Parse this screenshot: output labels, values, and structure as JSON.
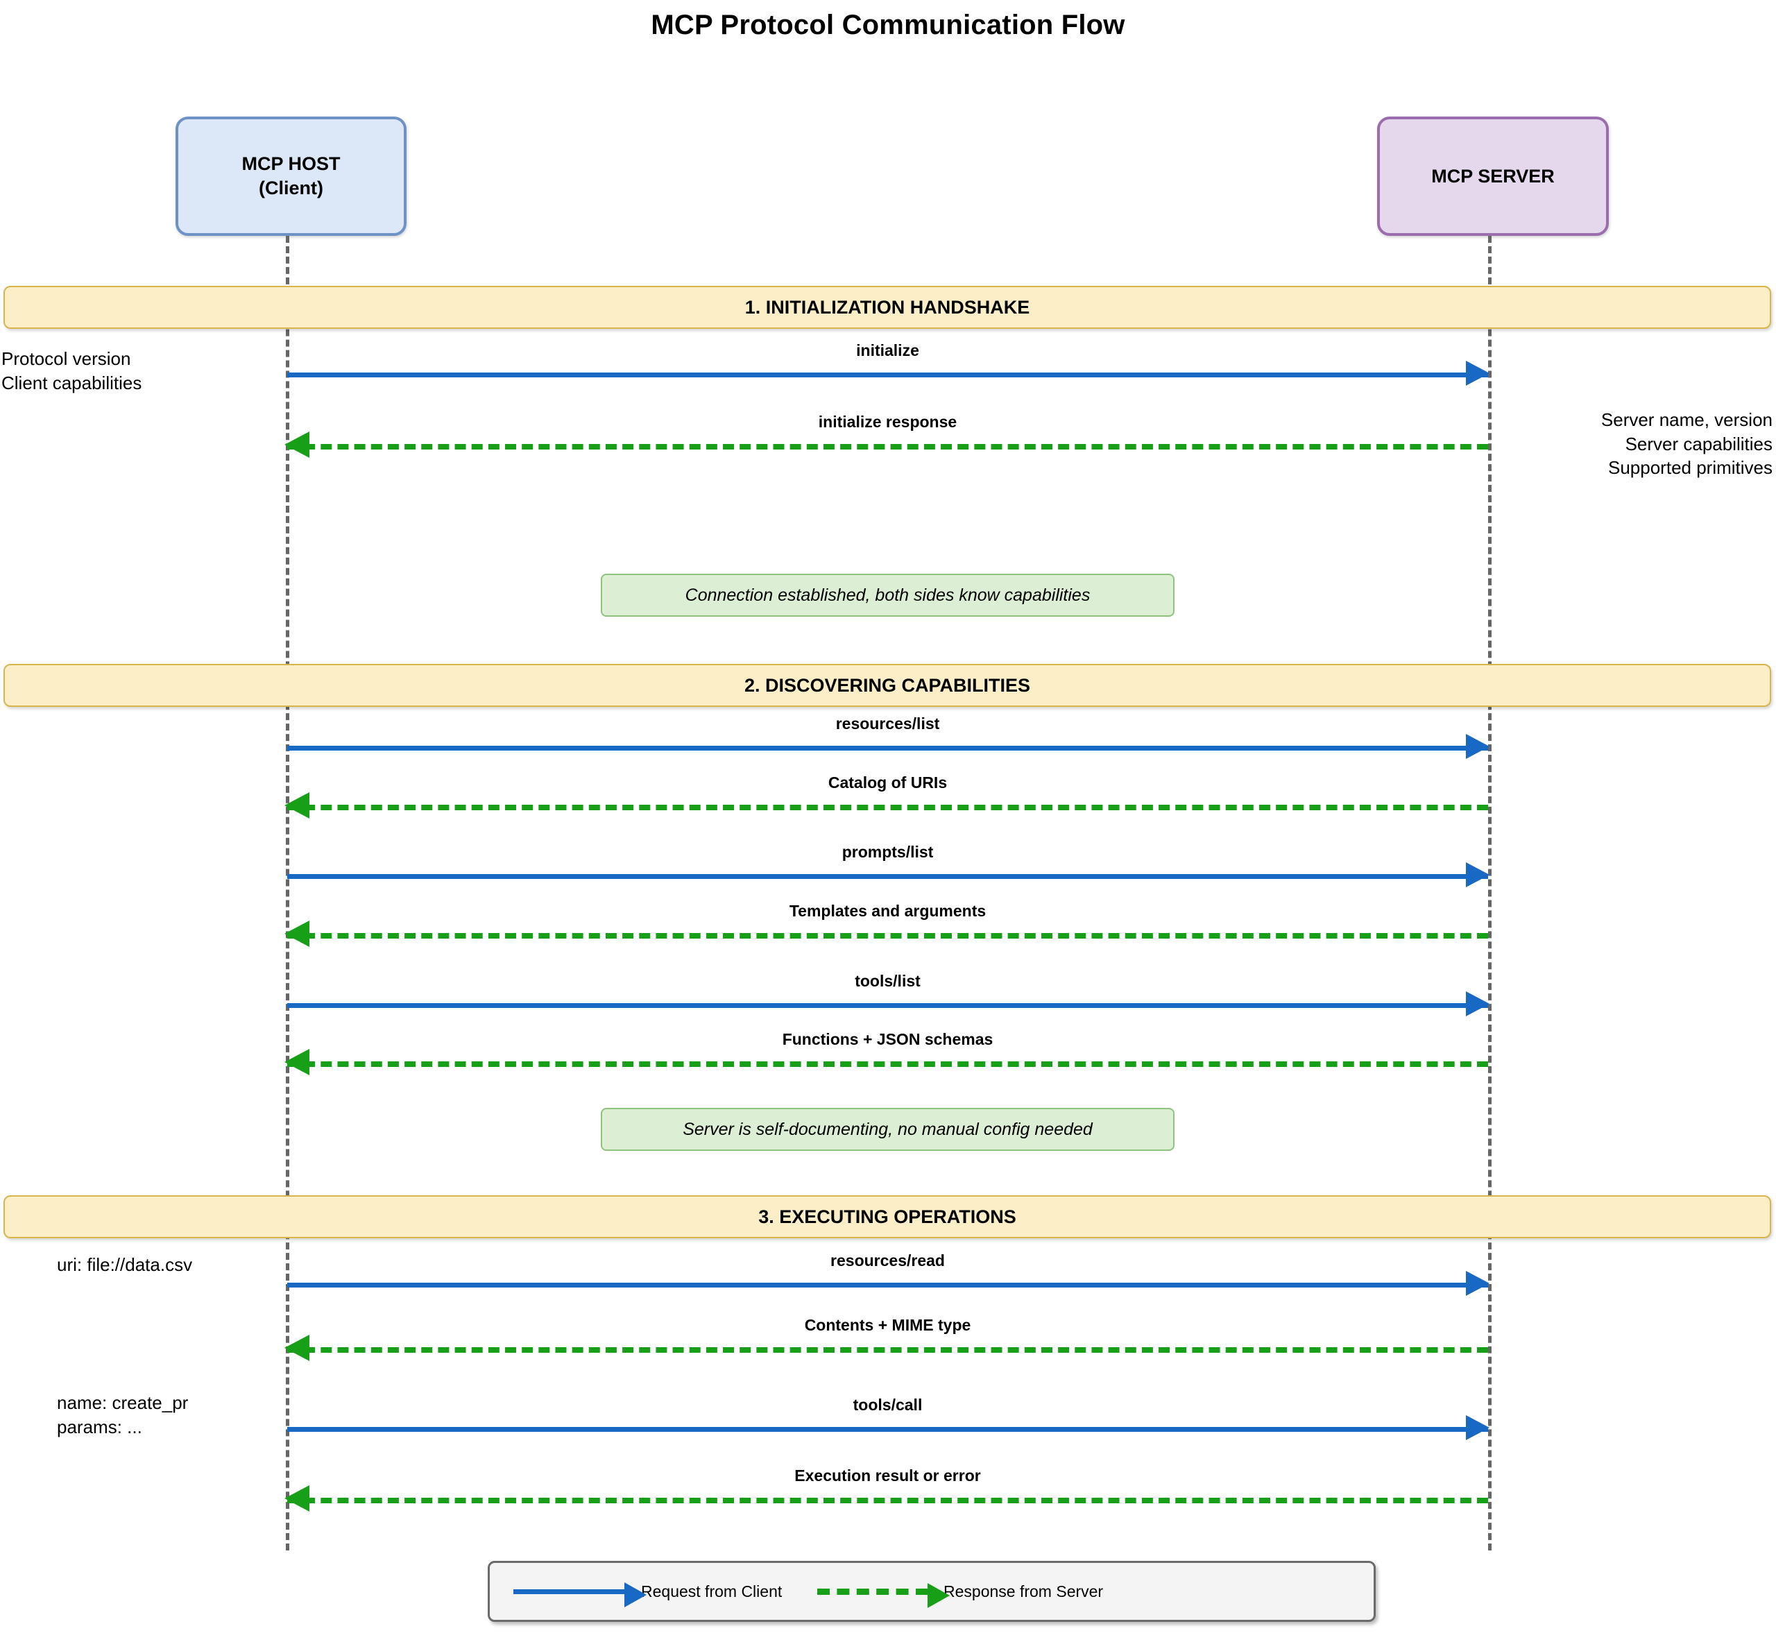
{
  "title": "MCP Protocol Communication Flow",
  "participants": {
    "client": {
      "line1": "MCP HOST",
      "line2": "(Client)"
    },
    "server": {
      "line1": "MCP SERVER",
      "line2": ""
    }
  },
  "sections": [
    {
      "label": "1. INITIALIZATION HANDSHAKE"
    },
    {
      "label": "2. DISCOVERING CAPABILITIES"
    },
    {
      "label": "3. EXECUTING OPERATIONS"
    }
  ],
  "messages": [
    {
      "label": "initialize",
      "direction": "request"
    },
    {
      "label": "initialize response",
      "direction": "response"
    },
    {
      "label": "resources/list",
      "direction": "request"
    },
    {
      "label": "Catalog of URIs",
      "direction": "response"
    },
    {
      "label": "prompts/list",
      "direction": "request"
    },
    {
      "label": "Templates and arguments",
      "direction": "response"
    },
    {
      "label": "tools/list",
      "direction": "request"
    },
    {
      "label": "Functions + JSON schemas",
      "direction": "response"
    },
    {
      "label": "resources/read",
      "direction": "request"
    },
    {
      "label": "Contents + MIME type",
      "direction": "response"
    },
    {
      "label": "tools/call",
      "direction": "request"
    },
    {
      "label": "Execution result or error",
      "direction": "response"
    }
  ],
  "notes": {
    "client_init": "Protocol version\nClient capabilities",
    "server_init": "Server name, version\nServer capabilities\nSupported primitives",
    "resources_read": "uri: file://data.csv",
    "tools_call": "name: create_pr\nparams: ..."
  },
  "callouts": [
    {
      "text": "Connection established, both sides know capabilities"
    },
    {
      "text": "Server is self-documenting, no manual config needed"
    }
  ],
  "legend": {
    "request_label": "Request from Client",
    "response_label": "Response from Server"
  },
  "colors": {
    "request": "#1769c4",
    "response": "#17a017",
    "client_fill": "#dce8f8",
    "client_border": "#6d92c6",
    "server_fill": "#e5d7ec",
    "server_border": "#9b6dae",
    "section_fill": "#fcefc8",
    "section_border": "#d9b44a",
    "note_fill": "#dceed3",
    "note_border": "#8ec37c"
  }
}
